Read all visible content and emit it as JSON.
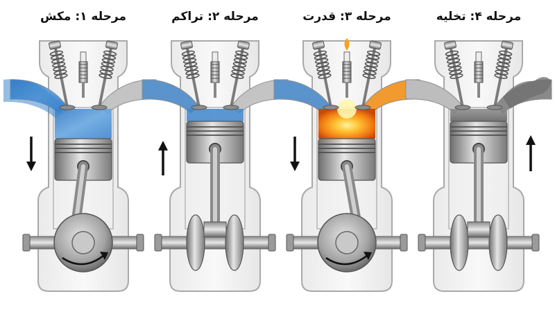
{
  "stages": [
    {
      "title": "مرحله ۱: مکش",
      "direction": "down",
      "content": "intake"
    },
    {
      "title": "مرحله ۲: تراکم",
      "direction": "up",
      "content": "compressed"
    },
    {
      "title": "مرحله ۳: قدرت",
      "direction": "down",
      "content": "combustion"
    },
    {
      "title": "مرحله ۴: تخلیه",
      "direction": "up",
      "content": "exhaust"
    }
  ],
  "colors": {
    "intake": "#3f86cc",
    "combustion": "#f39a1c",
    "exhaust": "#6e6e6e",
    "arrow": "#111111",
    "housing": "#c8c8c8"
  },
  "icons": [
    "spark-plug-icon",
    "valve-icon",
    "piston-icon",
    "crankshaft-icon",
    "arrow-down-icon",
    "arrow-up-icon",
    "rotation-arrow-icon"
  ]
}
